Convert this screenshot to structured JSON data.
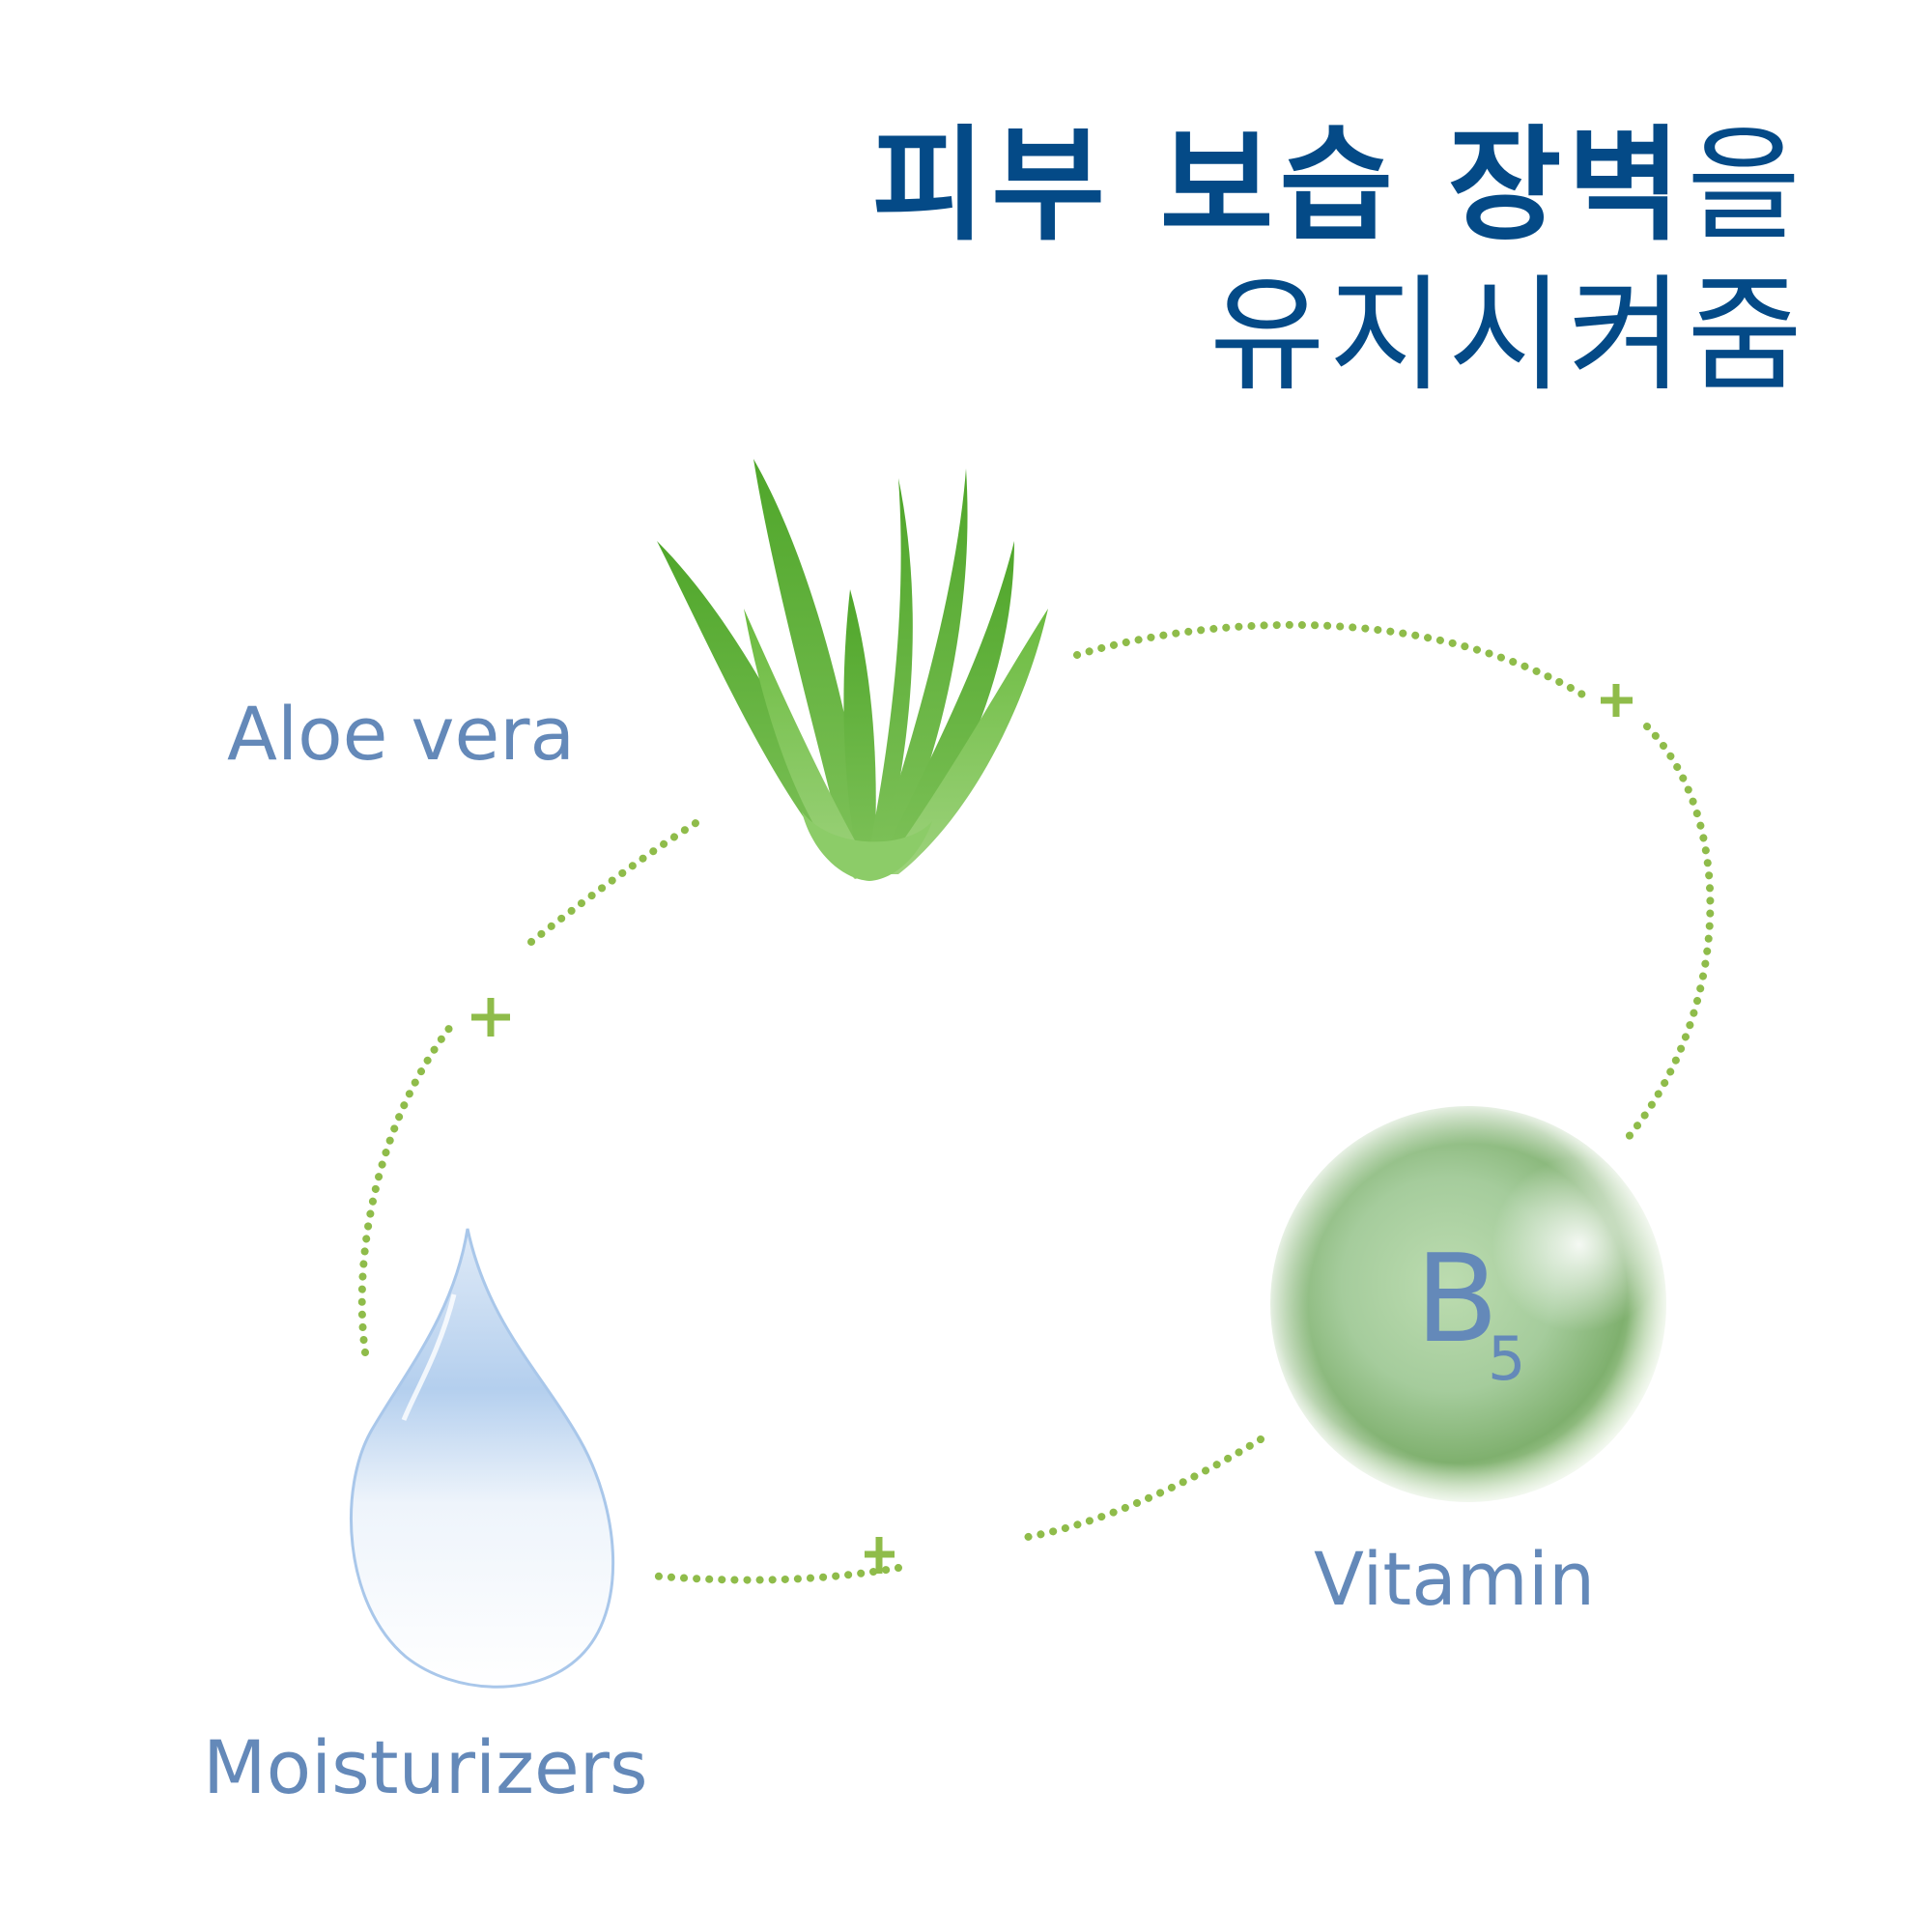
{
  "title": {
    "line1_bold": "피부 보습 장벽",
    "line1_regular": "을",
    "line2": "유지시켜줌",
    "color": "#044a87"
  },
  "ingredients": [
    {
      "id": "aloe",
      "label": "Aloe vera",
      "icon": "aloe-vera-plant-icon"
    },
    {
      "id": "moisturizers",
      "label": "Moisturizers",
      "icon": "water-drop-icon"
    },
    {
      "id": "vitamin",
      "label": "Vitamin",
      "icon": "vitamin-sphere-icon",
      "symbol": "B",
      "subscript": "5"
    }
  ],
  "connectors": {
    "style": "dotted",
    "color": "#8fbc4a",
    "plus_symbol": "+"
  },
  "colors": {
    "label": "#6489b9",
    "accent_green": "#8fbc4a",
    "background": "#ffffff"
  }
}
